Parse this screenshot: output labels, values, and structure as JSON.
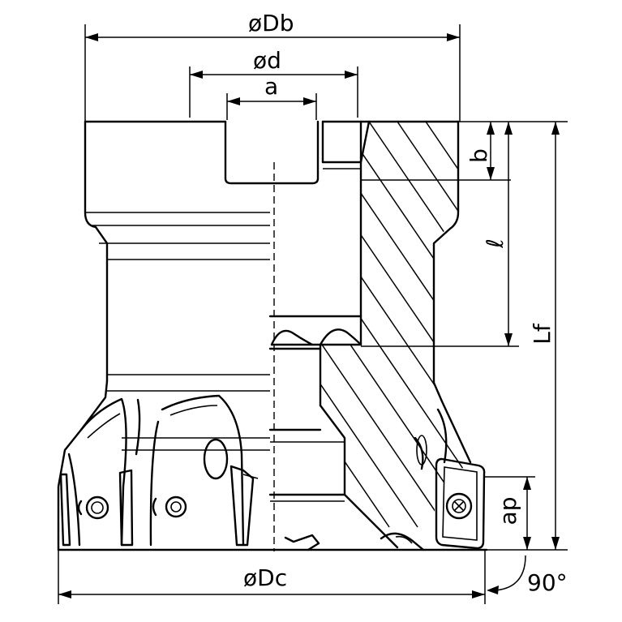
{
  "labels": {
    "Db": "øDb",
    "d": "ød",
    "a": "a",
    "b": "b",
    "l": "ℓ",
    "Lf": "Lf",
    "ap": "ap",
    "Dc": "øDc",
    "angle": "90°"
  }
}
